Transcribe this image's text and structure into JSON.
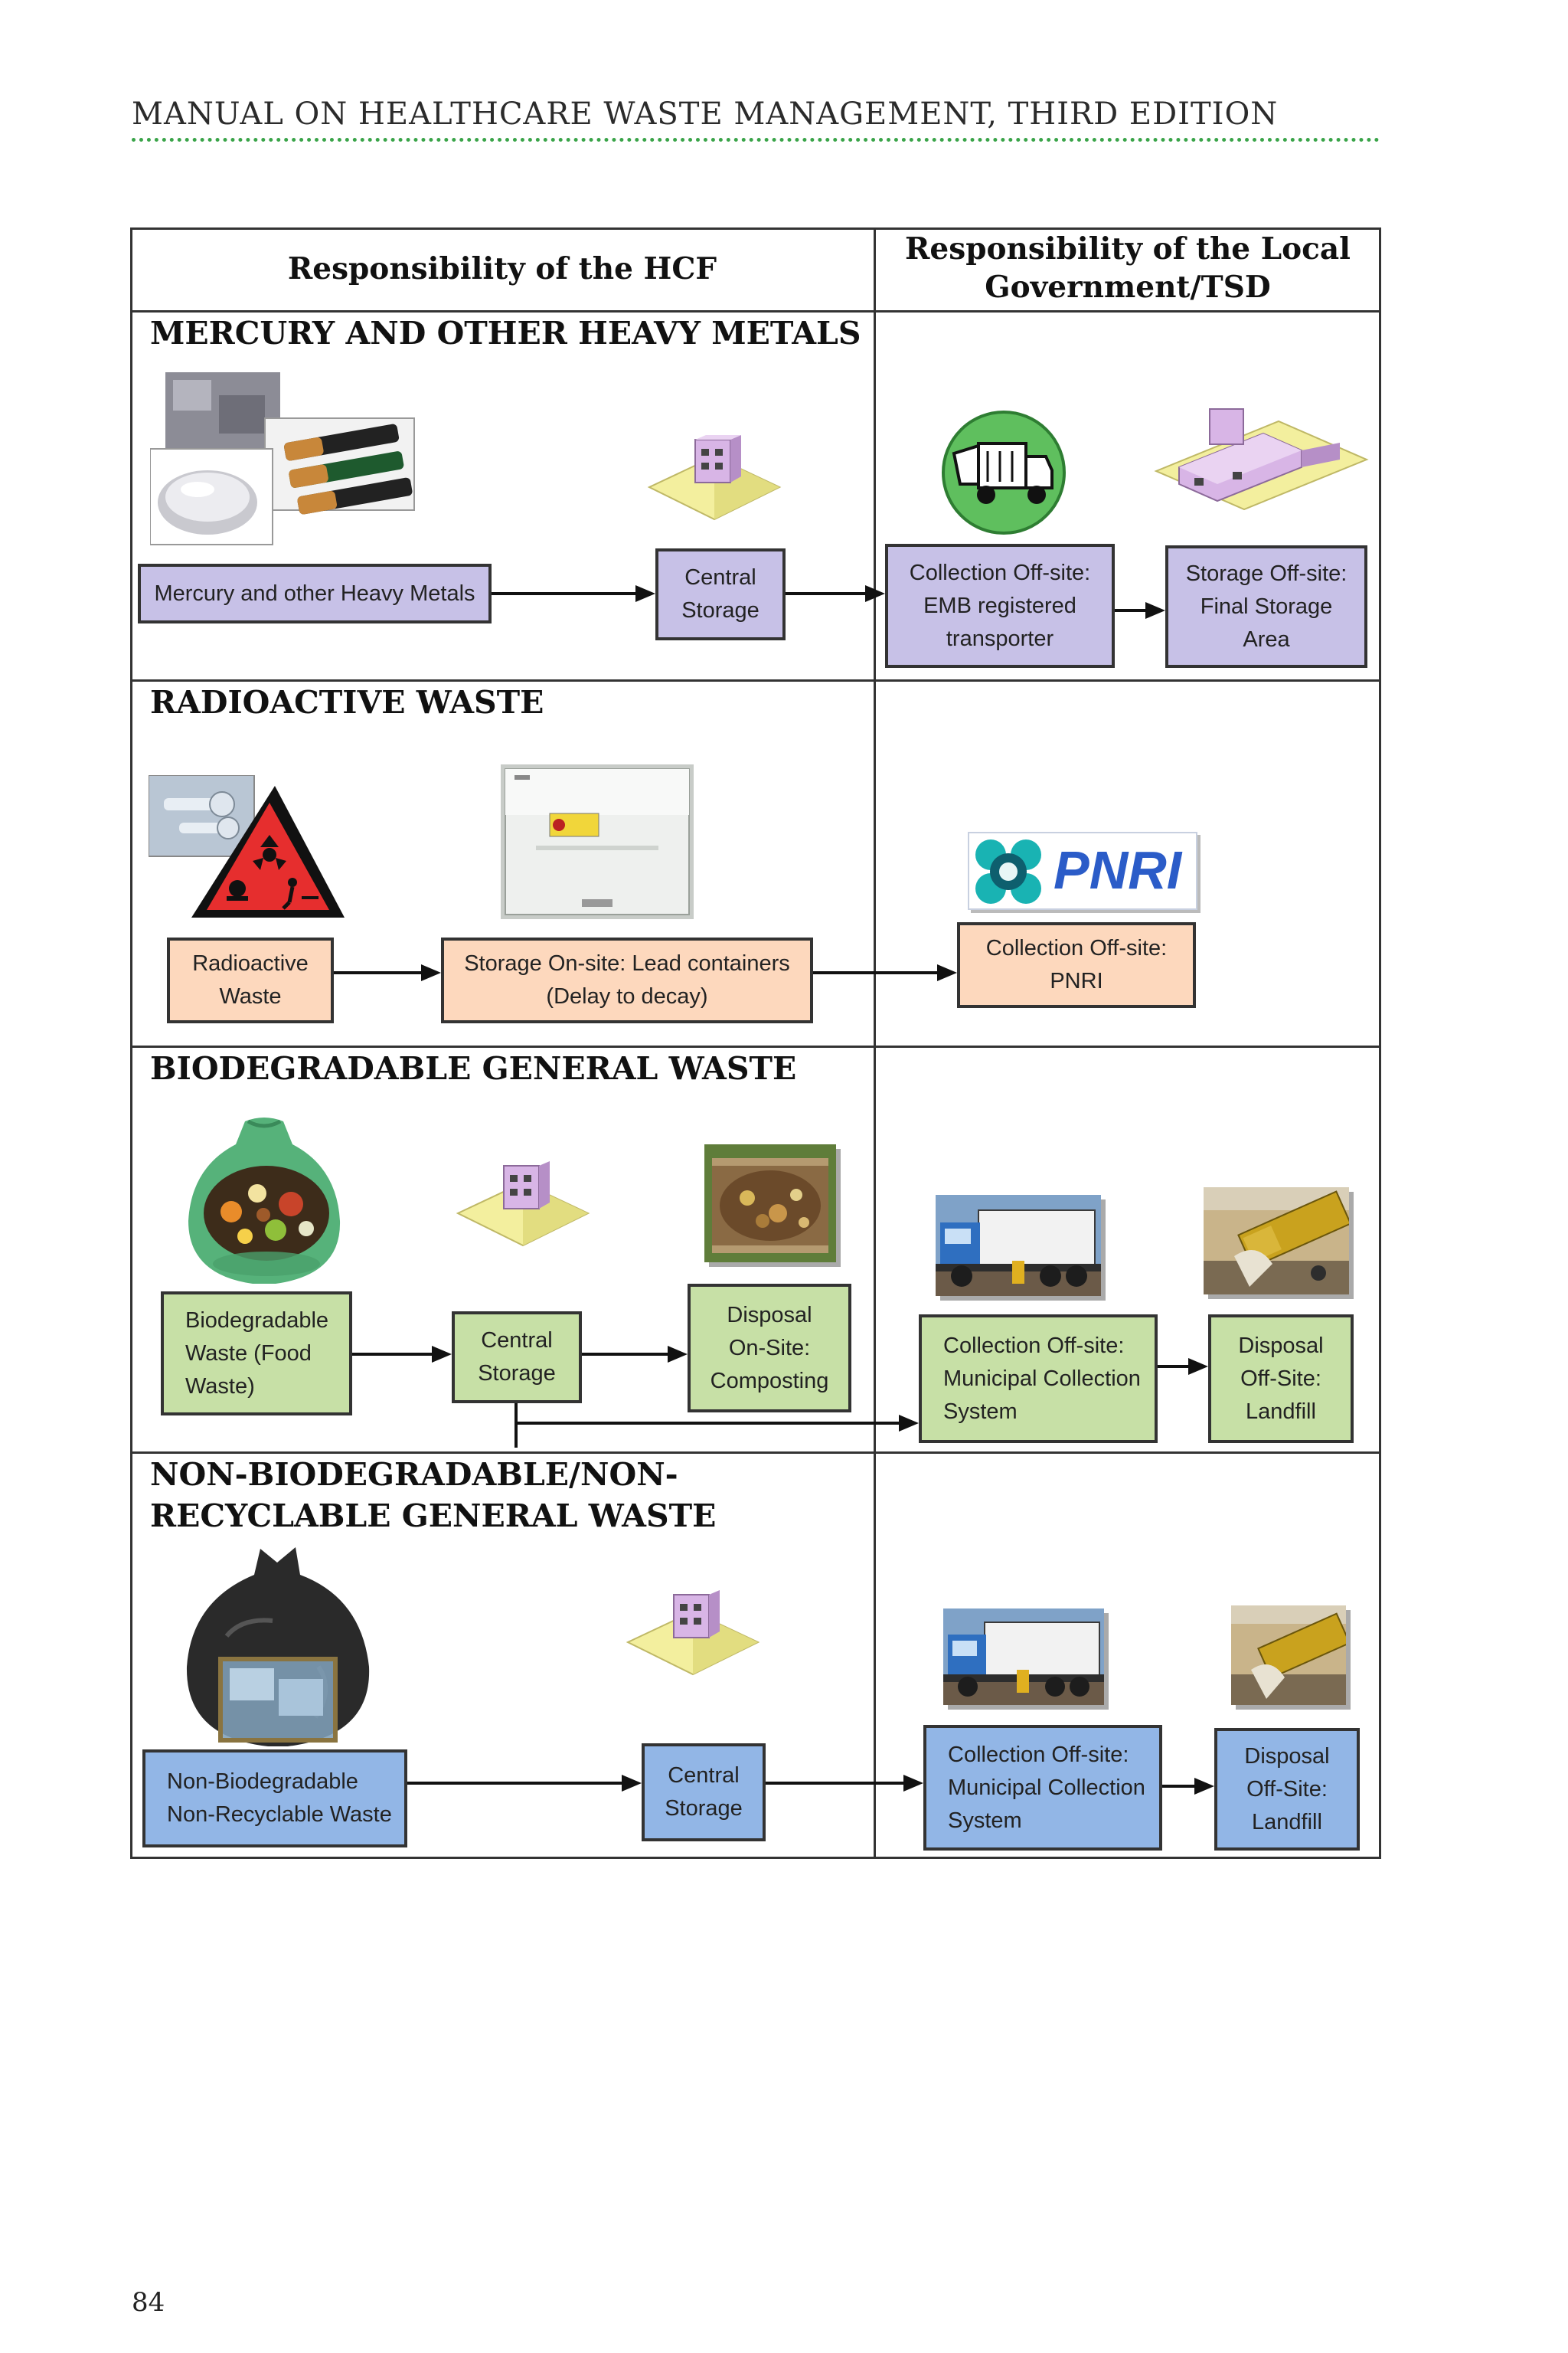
{
  "header": {
    "title": "MANUAL ON HEALTHCARE WASTE MANAGEMENT, THIRD EDITION"
  },
  "page_number": "84",
  "columns": {
    "hcf": "Responsibility of the HCF",
    "local": "Responsibility of the Local\nGovernment/TSD"
  },
  "colors": {
    "mercury_fill": "#c7c1e7",
    "radioactive_fill": "#fdd8bd",
    "biodegradable_fill": "#c7e0a6",
    "nonbio_fill": "#92b6e6",
    "header_rule": "#3aa449"
  },
  "sections": {
    "mercury": {
      "title": "MERCURY AND OTHER HEAVY METALS",
      "boxes": {
        "source": "Mercury and other Heavy Metals",
        "central": "Central\nStorage",
        "collection": "Collection Off-site:\nEMB registered\ntransporter",
        "storage": "Storage Off-site:\nFinal Storage\nArea"
      }
    },
    "radioactive": {
      "title": "RADIOACTIVE WASTE",
      "boxes": {
        "source": "Radioactive\nWaste",
        "storage": "Storage On-site: Lead containers\n(Delay to decay)",
        "collection": "Collection Off-site:\nPNRI"
      },
      "logo_text": "PNRI"
    },
    "biodegradable": {
      "title": "BIODEGRADABLE GENERAL WASTE",
      "boxes": {
        "source": "Biodegradable\nWaste (Food\nWaste)",
        "central": "Central\nStorage",
        "disposal_onsite": "Disposal\nOn-Site:\nComposting",
        "collection": "Collection Off-site:\nMunicipal Collection\nSystem",
        "disposal_offsite": "Disposal\nOff-Site:\nLandfill"
      }
    },
    "nonbio": {
      "title": "NON-BIODEGRADABLE/NON-\nRECYCLABLE GENERAL WASTE",
      "boxes": {
        "source": "Non-Biodegradable\nNon-Recyclable Waste",
        "central": "Central\nStorage",
        "collection": "Collection Off-site:\nMunicipal Collection\nSystem",
        "disposal": "Disposal\nOff-Site:\nLandfill"
      }
    }
  }
}
